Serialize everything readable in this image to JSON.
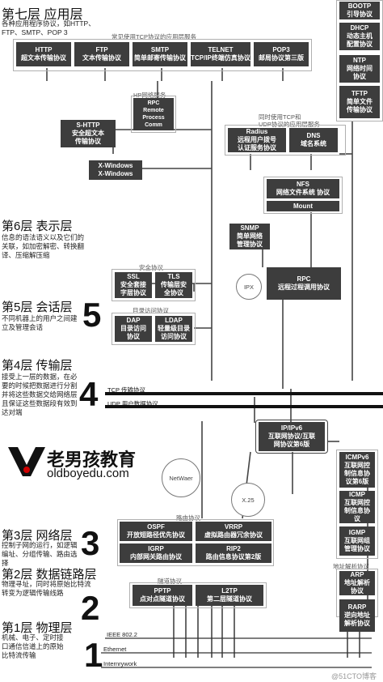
{
  "layers": {
    "l7": {
      "title": "第七层   应用层",
      "desc": "各种应用程序协议，如HTTP、\nFTP、SMTP、POP 3"
    },
    "l6": {
      "title": "第6层   表示层",
      "desc": "信息的语法语义以及它们的\n关联，如加密解密、转换翻\n译、压缩解压缩"
    },
    "l5": {
      "title": "第5层   会话层",
      "desc": "不同机器上的用户之间建\n立及管理会话"
    },
    "l4": {
      "title": "第4层   传输层",
      "desc": "接受上一层的数据，在必\n要的时候把数据进行分割\n并将这些数据交给网络层\n且保证这些数据段有效到\n达对端"
    },
    "l3": {
      "title": "第3层   网络层",
      "desc": "控制子网的运行，如逻辑\n编址、分组传输、路由选\n择"
    },
    "l2": {
      "title": "第2层   数据链路层",
      "desc": "物理寻址，同时将原始比特流\n转变为逻辑传输线路"
    },
    "l1": {
      "title": "第1层   物理层",
      "desc": "机械、电子、定时接\n口通信信道上的原始\n比特流传输"
    }
  },
  "big_numbers": {
    "n5": "5",
    "n4": "4",
    "n3": "3",
    "n2": "2",
    "n1": "1"
  },
  "captions": {
    "app_common": "常见使用TCP协议的应用层服务",
    "hp_service": "HP网络服务",
    "tcp_udp": "同时使用TCP和\nUDP协议的应用层服务",
    "security": "安全协议",
    "directory": "目录访问协议",
    "routing": "路由协议",
    "tunnel": "隧道协议",
    "addr_res": "地址解析协议"
  },
  "boxes": {
    "http": "HTTP\n超文本传输协议",
    "ftp": "FTP\n文本传输协议",
    "smtp": "SMTP\n简单邮寄传输协议",
    "telnet": "TELNET\nTCP/IP终端仿真协议",
    "pop3": "POP3\n邮局协议第三版",
    "bootp": "BOOTP\n引导协议",
    "dhcp": "DHCP\n动态主机\n配置协议",
    "ntp": "NTP\n网络时间\n协议",
    "tftp": "TFTP\n简单文件\n传输协议",
    "rpc_hp": "RPC\nRemote\nProcess\nComm",
    "shttp": "S-HTTP\n安全超文本\n传输协议",
    "radius": "Radius\n远程用户拨号\n认证服务协议",
    "dns": "DNS\n域名系统",
    "xwin": "X-Windows\nX-Windows",
    "nfs": "NFS\n网络文件系统 协议",
    "mount": "Mount",
    "snmp": "SNMP\n简单网络\n管理协议",
    "rpc": "RPC\n远程过程调用协议",
    "ssl": "SSL\n安全套接\n字层协议",
    "tls": "TLS\n传输层安\n全协议",
    "dap": "DAP\n目录访问\n协议",
    "ldap": "LDAP\n轻量级目录\n访问协议",
    "ip": "IP/IPv6\n互联网协议/互联\n网协议第6版",
    "icmpv6": "ICMPv6\n互联网控\n制信息协\n议第6版",
    "icmp": "ICMP\n互联网控\n制信息协\n议",
    "igmp": "IGMP\n互联网组\n管理协议",
    "ospf": "OSPF\n开放短路径优先协议",
    "vrrp": "VRRP\n虚拟路由器冗余协议",
    "igrp": "IGRP\n内部网关路由协议",
    "rip2": "RIP2\n路由信息协议第2版",
    "arp": "ARP\n地址解析\n协议",
    "rarp": "RARP\n逆向地址\n解析协议",
    "pptp": "PPTP\n点对点隧道协议",
    "l2tp": "L2TP\n第二层隧道协议"
  },
  "circles": {
    "ipx": "IPX",
    "netwaer": "NetWaer",
    "x25": "X.25"
  },
  "lines": {
    "tcp": "TCP 传输协议",
    "udp": "UDP 用户数据协议",
    "ieee": "IEEE 802.2",
    "ethernet": "Ethernet",
    "internetwork": "Internrywork"
  },
  "logo": {
    "name": "老男孩教育",
    "url": "oldboyedu.com"
  },
  "watermark": "@51CTO博客"
}
